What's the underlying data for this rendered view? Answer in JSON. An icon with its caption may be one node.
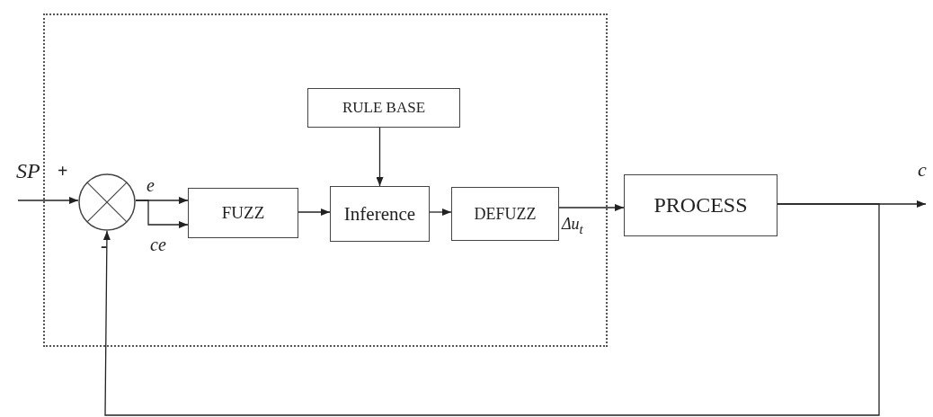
{
  "diagram": {
    "nodes": [
      {
        "text": [],
        "shape": "box"
      },
      {
        "text": [],
        "shape": "circle",
        "in": 0
      },
      {
        "text": [
          "FUZZ"
        ],
        "in": 0
      },
      {
        "text": [
          "RULE BASE"
        ],
        "in": 0
      },
      {
        "text": [
          "Inference"
        ],
        "in": 0
      },
      {
        "text": [
          "DEFUZZ"
        ],
        "in": 0
      },
      {
        "text": [
          "PROCESS"
        ]
      }
    ],
    "edges": [
      {
        "from": null,
        "to": 1,
        "arrow": "to",
        "label": "SP"
      },
      {
        "from": 1,
        "to": 2,
        "arrow": "to",
        "label": "e"
      },
      {
        "from": 1,
        "to": 2,
        "arrow": "to",
        "label": "ce"
      },
      {
        "from": 2,
        "to": 4,
        "arrow": "to"
      },
      {
        "from": 3,
        "to": 4,
        "arrow": "to"
      },
      {
        "from": 4,
        "to": 5,
        "arrow": "to"
      },
      {
        "from": 5,
        "to": 6,
        "arrow": "to",
        "label": "Δu$_{t}$"
      },
      {
        "from": 6,
        "to": null,
        "arrow": "to",
        "label": "c"
      },
      {
        "from": 6,
        "to": 1,
        "arrow": "to"
      }
    ],
    "labels": [
      "+",
      "-"
    ]
  }
}
